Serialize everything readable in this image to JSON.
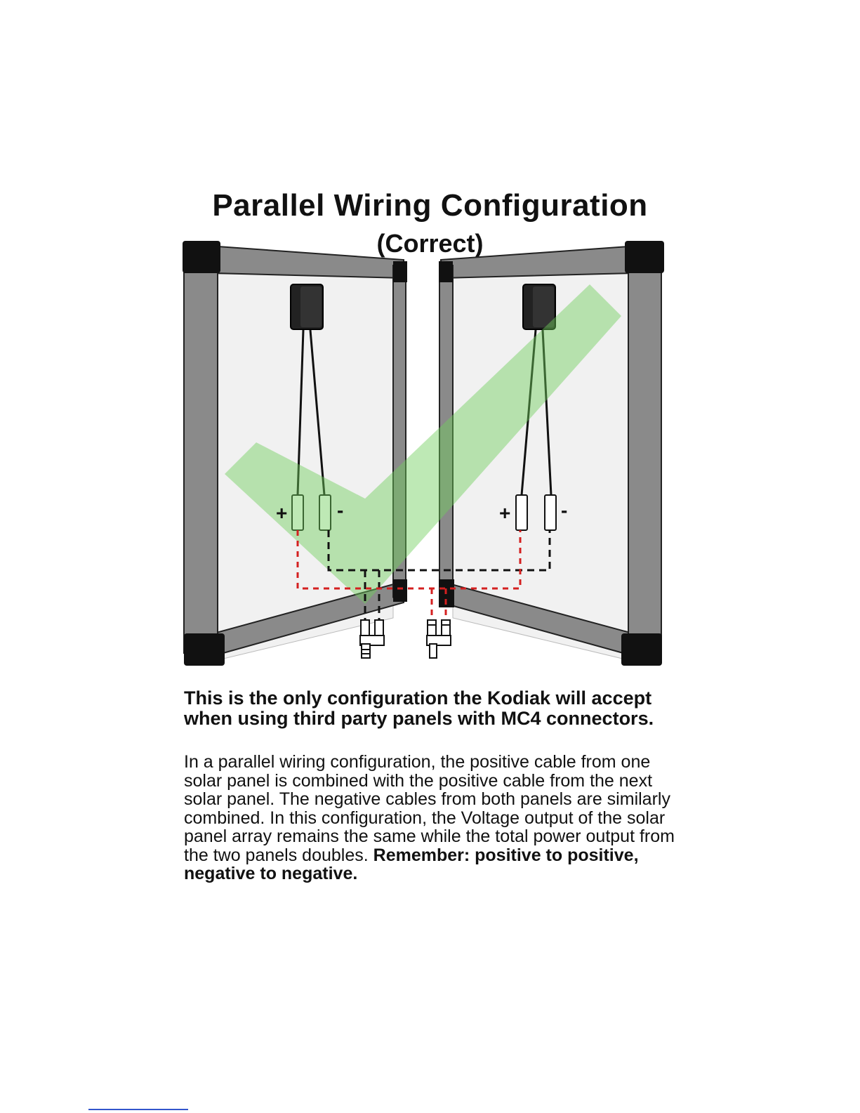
{
  "title": "Parallel Wiring Configuration",
  "subtitle": "(Correct)",
  "labels": {
    "left_plus": "+",
    "left_minus": "-",
    "right_plus": "+",
    "right_minus": "-"
  },
  "heading": "This is the only configuration the Kodiak will accept when using third party panels with MC4 connectors.",
  "body_text": "In a parallel wiring configuration, the positive cable from one solar panel is combined with the positive cable from the next solar panel.  The negative cables from both panels are similarly combined.  In this configuration, the Voltage output of the solar panel array remains the same while the total power output from the two panels doubles. ",
  "body_emphasis": "Remember: positive to positive, negative to negative.",
  "colors": {
    "frame": "#8a8a8a",
    "corner": "#111111",
    "checkmark": "#6fcf5a",
    "positive_wire": "#d42020",
    "negative_wire": "#111111"
  }
}
